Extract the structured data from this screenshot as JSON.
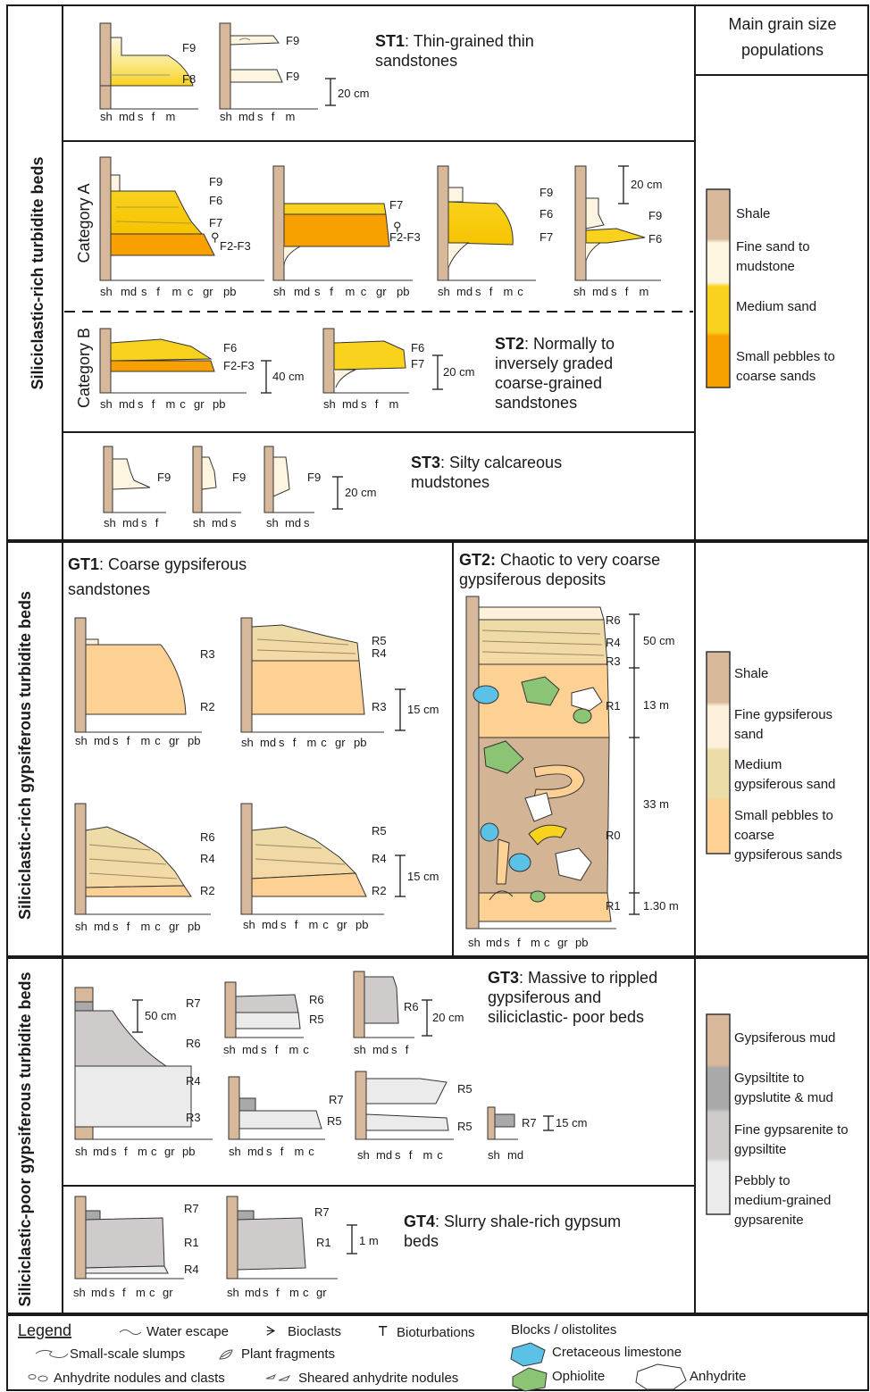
{
  "sections": {
    "sil_rich": "Siliciclastic-rich turbidite beds",
    "gyp_rich": "Siliciclastic-rich gypsiferous turbidite beds",
    "sil_poor": "Siliciclastic-poor gypsiferous turbidite beds"
  },
  "header": {
    "line1": "Main grain size",
    "line2": "populations"
  },
  "categories": {
    "a": "Category A",
    "b": "Category B"
  },
  "types": {
    "st1": {
      "code": "ST1",
      "desc1": ": Thin-grained thin",
      "desc2": "sandstones"
    },
    "st2": {
      "code": "ST2",
      "desc1": ": Normally to",
      "desc2": "inversely graded",
      "desc3": "coarse-grained",
      "desc4": "sandstones"
    },
    "st3": {
      "code": "ST3",
      "desc1": ": Silty calcareous",
      "desc2": "mudstones"
    },
    "gt1": {
      "code": "GT1",
      "desc1": ": Coarse gypsiferous",
      "desc2": "sandstones"
    },
    "gt2": {
      "code": "GT2:",
      "desc1": " Chaotic to very coarse",
      "desc2": "gypsiferous deposits"
    },
    "gt3": {
      "code": "GT3",
      "desc1": ": Massive to rippled",
      "desc2": "gypsiferous and",
      "desc3": "siliciclastic- poor beds"
    },
    "gt4": {
      "code": "GT4",
      "desc1": ": Slurry shale-rich gypsum",
      "desc2": "beds"
    }
  },
  "axes": {
    "full": [
      "sh",
      "md",
      "s",
      "f",
      "m",
      "c",
      "gr",
      "pb"
    ],
    "to_m": [
      "sh",
      "md",
      "s",
      "f",
      "m"
    ],
    "to_c": [
      "sh",
      "md",
      "s",
      "f",
      "m",
      "c"
    ],
    "to_f": [
      "sh",
      "md",
      "s",
      "f"
    ],
    "to_s": [
      "sh",
      "md",
      "s"
    ],
    "to_gr": [
      "sh",
      "md",
      "s",
      "f",
      "m",
      "c",
      "gr"
    ],
    "to_md": [
      "sh",
      "md"
    ]
  },
  "facies": {
    "f9": "F9",
    "f8": "F8",
    "f7": "F7",
    "f6": "F6",
    "f23": "F2-F3",
    "r1": "R1",
    "r0": "R0",
    "r2": "R2",
    "r3": "R3",
    "r4": "R4",
    "r5": "R5",
    "r6": "R6",
    "r7": "R7"
  },
  "scales": {
    "s20": "20 cm",
    "s40": "40 cm",
    "s15": "15 cm",
    "s50": "50 cm",
    "s1m": "1 m",
    "s13m": "13 m",
    "s33m": "33 m",
    "s130m": "1.30 m"
  },
  "legend_grain": {
    "sil": [
      {
        "label1": "Shale",
        "label2": "",
        "color": "#d8b89b"
      },
      {
        "label1": "Fine sand to",
        "label2": "mudstone",
        "color": "#fdf5e0"
      },
      {
        "label1": "Medium sand",
        "label2": "",
        "color": "#f9d21d"
      },
      {
        "label1": "Small pebbles to",
        "label2": "coarse sands",
        "color": "#f7a000"
      }
    ],
    "gyp": [
      {
        "label1": "Shale",
        "label2": "",
        "label3": "",
        "color": "#d8b89b"
      },
      {
        "label1": "Fine gypsiferous",
        "label2": "sand",
        "label3": "",
        "color": "#fdf1dc"
      },
      {
        "label1": "Medium",
        "label2": "gypsiferous sand",
        "label3": "",
        "color": "#ecdca8"
      },
      {
        "label1": "Small pebbles to",
        "label2": "coarse",
        "label3": "gypsiferous sands",
        "color": "#fcd193"
      }
    ],
    "poor": [
      {
        "label1": "Gypsiferous mud",
        "label2": "",
        "label3": "",
        "color": "#d8b89b"
      },
      {
        "label1": "Gypsiltite to",
        "label2": "gypslutite & mud",
        "label3": "",
        "color": "#a9a9a9"
      },
      {
        "label1": "Fine gypsarenite to",
        "label2": "gypsiltite",
        "label3": "",
        "color": "#cfcbcb"
      },
      {
        "label1": "Pebbly to",
        "label2": "medium-grained",
        "label3": "gypsarenite",
        "color": "#ebebeb"
      }
    ]
  },
  "legend": {
    "title": "Legend",
    "water_escape": "Water escape",
    "bioclasts": "Bioclasts",
    "bioturbations": "Bioturbations",
    "blocks": "Blocks / olistolites",
    "slumps": "Small-scale slumps",
    "plant": "Plant fragments",
    "cretaceous": "Cretaceous limestone",
    "nodules": "Anhydrite nodules and clasts",
    "sheared": "Sheared anhydrite nodules",
    "ophiolite": "Ophiolite",
    "anhydrite": "Anhydrite"
  },
  "colors": {
    "shale": "#d8b89b",
    "fine": "#fdf5e0",
    "medium": "#f9d21d",
    "coarse": "#f7a000",
    "limestone": "#5bc1e6",
    "ophiolite": "#8cc476",
    "gypsum_orange": "#fcd193"
  }
}
